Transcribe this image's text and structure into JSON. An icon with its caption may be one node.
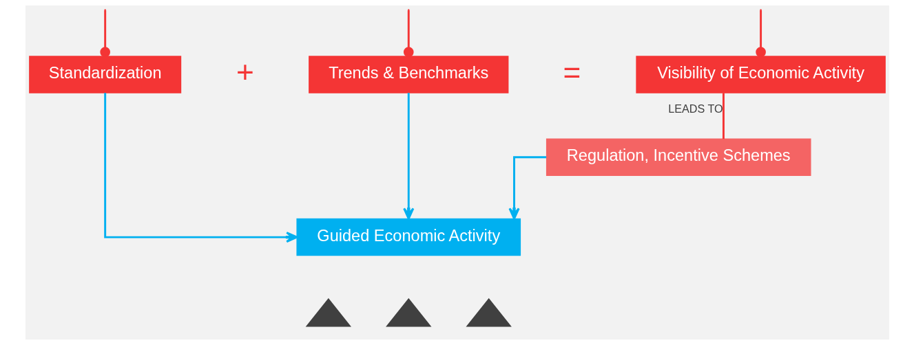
{
  "diagram": {
    "nodes": [
      {
        "text": [
          "Standardization"
        ]
      },
      {
        "text": [
          "Trends & Benchmarks"
        ]
      },
      {
        "text": [
          "Visibility of Economic Activity"
        ]
      },
      {
        "text": [
          "Regulation, Incentive Schemes"
        ]
      },
      {
        "text": [
          "Guided Economic Activity"
        ]
      },
      {
        "text": [],
        "shape": "triangle"
      },
      {
        "text": [],
        "shape": "triangle"
      },
      {
        "text": [],
        "shape": "triangle"
      }
    ],
    "edges": [
      {
        "from": null,
        "to": 0,
        "arrow": "other",
        "color": "#f43535"
      },
      {
        "from": null,
        "to": 1,
        "arrow": "other",
        "color": "#f43535"
      },
      {
        "from": null,
        "to": 2,
        "arrow": "other",
        "color": "#f43535"
      },
      {
        "from": 2,
        "to": 3,
        "arrow": "none",
        "label": "LEADS TO",
        "color": "#f43535"
      },
      {
        "from": 0,
        "to": 4,
        "arrow": "to",
        "color": "#00b0f0"
      },
      {
        "from": 1,
        "to": 4,
        "arrow": "to",
        "color": "#00b0f0"
      },
      {
        "from": 3,
        "to": 4,
        "arrow": "to",
        "color": "#00b0f0"
      }
    ],
    "labels": [
      "+",
      "="
    ]
  }
}
